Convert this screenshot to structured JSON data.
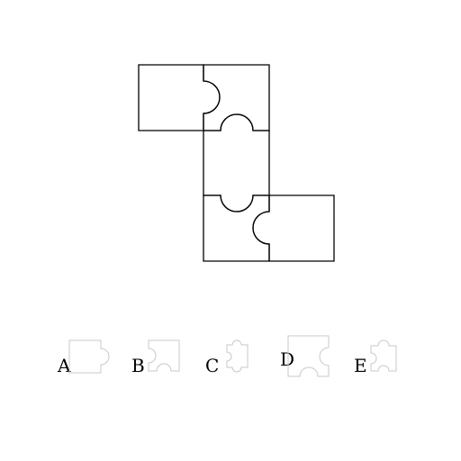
{
  "puzzle": {
    "colors": {
      "main_outline": "#000000",
      "option_outline": "#c8c8c8",
      "label": "#000000",
      "background": "#ffffff"
    },
    "options": [
      {
        "id": "a",
        "label": "A"
      },
      {
        "id": "b",
        "label": "B"
      },
      {
        "id": "c",
        "label": "C"
      },
      {
        "id": "d",
        "label": "D"
      },
      {
        "id": "e",
        "label": "E"
      }
    ]
  }
}
